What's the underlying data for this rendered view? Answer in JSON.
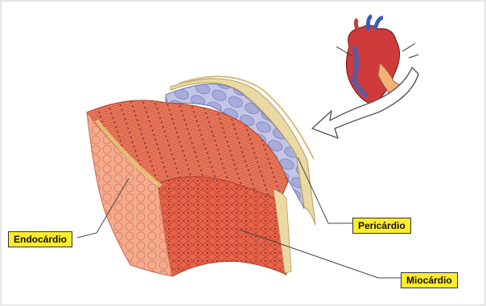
{
  "labels": {
    "endocardio": "Endocárdio",
    "pericardio": "Pericárdio",
    "miocardio": "Miocárdio"
  },
  "colors": {
    "label_fill": "#ffec2a",
    "muscle": "#e86a4c",
    "muscle_dark": "#c84632",
    "endocardium": "#f2a489",
    "pericardium_cells": "#9ea4d6",
    "fat_layer": "#e9d9a0"
  },
  "icons": [
    "heart-icon",
    "pointer-arrow-icon"
  ]
}
